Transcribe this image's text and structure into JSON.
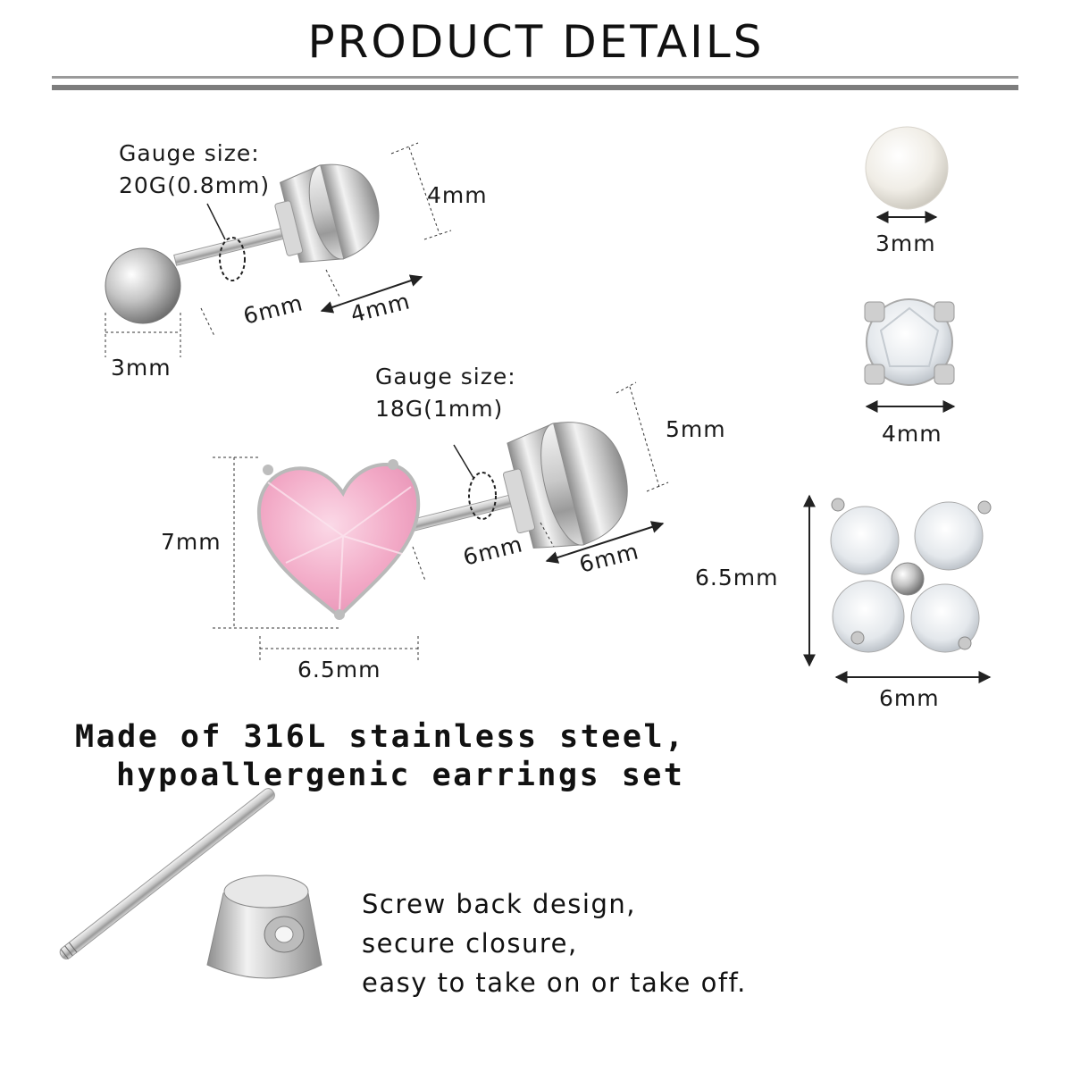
{
  "title": "PRODUCT DETAILS",
  "ball_stud": {
    "gauge_label": "Gauge size:",
    "gauge_value": "20G(0.8mm)",
    "back_height": "4mm",
    "post_length": "6mm",
    "back_length": "4mm",
    "ball_width": "3mm"
  },
  "heart_stud": {
    "gauge_label": "Gauge size:",
    "gauge_value": "18G(1mm)",
    "back_height": "5mm",
    "post_length": "6mm",
    "back_length": "6mm",
    "heart_height": "7mm",
    "heart_width": "6.5mm",
    "heart_color": "#f2a9c6"
  },
  "side_items": {
    "pearl_size": "3mm",
    "round_cz_size": "4mm",
    "flower_height": "6.5mm",
    "flower_width": "6mm"
  },
  "material": {
    "line1": "Made of 316L stainless steel,",
    "line2": "hypoallergenic earrings set"
  },
  "closure": {
    "line1": "Screw back design,",
    "line2": "secure closure,",
    "line3": "easy to take on or take off."
  }
}
